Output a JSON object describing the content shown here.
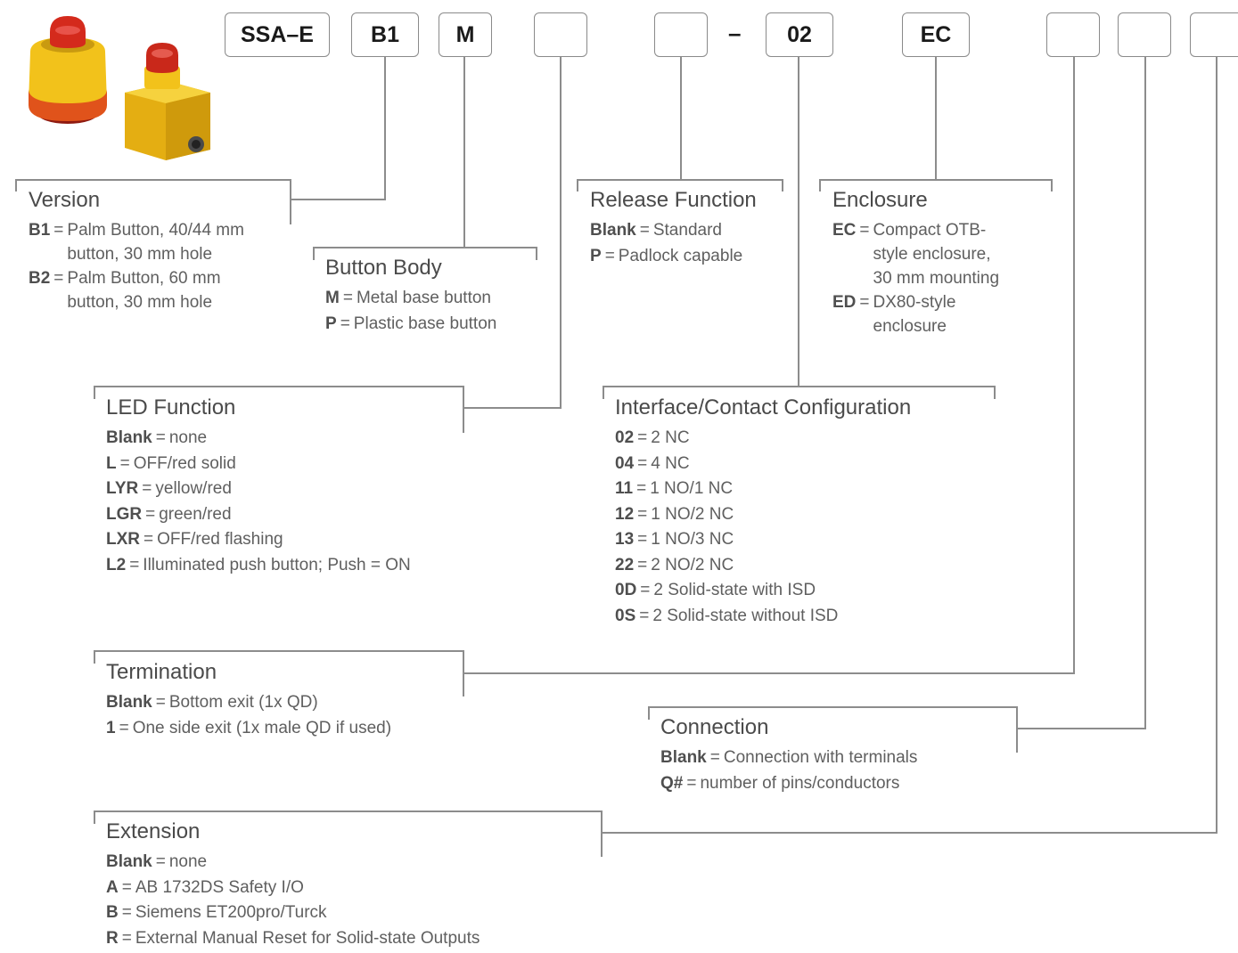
{
  "model_code": {
    "boxes": [
      "SSA–E",
      "B1",
      "M",
      "",
      "",
      "02",
      "EC",
      "",
      "",
      ""
    ],
    "separator": "–"
  },
  "groups": {
    "version": {
      "title": "Version",
      "options": [
        {
          "code": "B1",
          "eq": "=",
          "lines": [
            "Palm Button, 40/44 mm",
            "button, 30 mm hole"
          ]
        },
        {
          "code": "B2",
          "eq": "=",
          "lines": [
            "Palm Button, 60 mm",
            "button, 30 mm hole"
          ]
        }
      ]
    },
    "button_body": {
      "title": "Button Body",
      "options": [
        {
          "code": "M",
          "eq": "=",
          "text": "Metal base button"
        },
        {
          "code": "P",
          "eq": "=",
          "text": "Plastic base button"
        }
      ]
    },
    "release_function": {
      "title": "Release Function",
      "options": [
        {
          "code": "Blank",
          "eq": "=",
          "text": "Standard"
        },
        {
          "code": "P",
          "eq": "=",
          "text": "Padlock capable"
        }
      ]
    },
    "enclosure": {
      "title": "Enclosure",
      "options": [
        {
          "code": "EC",
          "eq": "=",
          "lines": [
            "Compact OTB-",
            "style enclosure,",
            "30 mm mounting"
          ]
        },
        {
          "code": "ED",
          "eq": "=",
          "lines": [
            "DX80-style",
            "enclosure"
          ]
        }
      ]
    },
    "led_function": {
      "title": "LED Function",
      "options": [
        {
          "code": "Blank",
          "eq": "=",
          "text": "none"
        },
        {
          "code": "L",
          "eq": "=",
          "text": "OFF/red solid"
        },
        {
          "code": "LYR",
          "eq": "=",
          "text": "yellow/red"
        },
        {
          "code": "LGR",
          "eq": "=",
          "text": "green/red"
        },
        {
          "code": "LXR",
          "eq": "=",
          "text": "OFF/red flashing"
        },
        {
          "code": "L2",
          "eq": "=",
          "text": "Illuminated push button; Push = ON"
        }
      ]
    },
    "interface": {
      "title": "Interface/Contact Configuration",
      "options": [
        {
          "code": "02",
          "eq": "=",
          "text": "2 NC"
        },
        {
          "code": "04",
          "eq": "=",
          "text": "4 NC"
        },
        {
          "code": "11",
          "eq": "=",
          "text": "1 NO/1 NC"
        },
        {
          "code": "12",
          "eq": "=",
          "text": "1 NO/2 NC"
        },
        {
          "code": "13",
          "eq": "=",
          "text": "1 NO/3 NC"
        },
        {
          "code": "22",
          "eq": "=",
          "text": "2 NO/2 NC"
        },
        {
          "code": "0D",
          "eq": "=",
          "text": "2 Solid-state with ISD"
        },
        {
          "code": "0S",
          "eq": "=",
          "text": "2 Solid-state without ISD"
        }
      ]
    },
    "termination": {
      "title": "Termination",
      "options": [
        {
          "code": "Blank",
          "eq": "=",
          "text": "Bottom exit (1x QD)"
        },
        {
          "code": "1",
          "eq": "=",
          "text": "One side exit (1x male QD if used)"
        }
      ]
    },
    "connection": {
      "title": "Connection",
      "options": [
        {
          "code": "Blank",
          "eq": "=",
          "text": "Connection with terminals"
        },
        {
          "code": "Q#",
          "eq": "=",
          "text": "number of pins/conductors"
        }
      ]
    },
    "extension": {
      "title": "Extension",
      "options": [
        {
          "code": "Blank",
          "eq": "=",
          "text": "none"
        },
        {
          "code": "A",
          "eq": "=",
          "text": "AB 1732DS Safety I/O"
        },
        {
          "code": "B",
          "eq": "=",
          "text": "Siemens ET200pro/Turck"
        },
        {
          "code": "R",
          "eq": "=",
          "text": "External Manual Reset for Solid-state Outputs"
        }
      ]
    }
  },
  "colors": {
    "line": "#8c8c8c",
    "box_border": "#8a8a8a",
    "product_yellow": "#f2c21b",
    "product_red": "#d42a1c"
  },
  "icons": [
    "emergency-stop-palm-button-image",
    "emergency-stop-enclosure-image"
  ]
}
